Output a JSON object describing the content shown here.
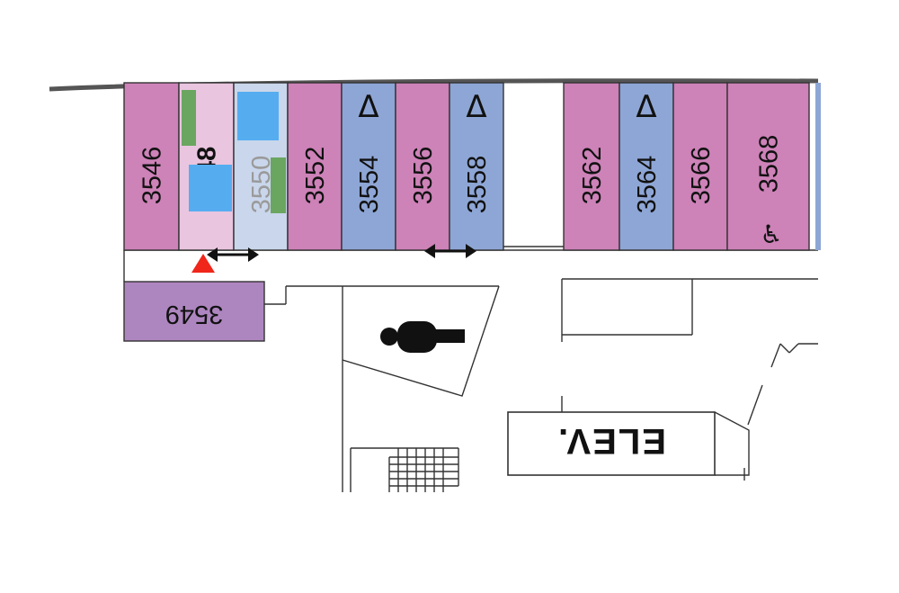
{
  "colors": {
    "room_pink": "#cd82b8",
    "room_blue": "#8ea6d5",
    "room_light_pink": "#e9c5df",
    "room_light_blue": "#c9d6eb",
    "room_purple": "#ad86bf",
    "marker_green": "#6aa660",
    "marker_blue": "#55adf0",
    "pointer_red": "#f0261b"
  },
  "rooms": [
    {
      "id": "room-3546",
      "label": "3546",
      "color": "pink",
      "icon": ""
    },
    {
      "id": "room-3548",
      "label": "3548",
      "color": "light-pink",
      "icon": "",
      "highlighted": true
    },
    {
      "id": "room-3550",
      "label": "3550",
      "color": "light-blue",
      "icon": "triangle-icon",
      "faded": true
    },
    {
      "id": "room-3552",
      "label": "3552",
      "color": "pink",
      "icon": ""
    },
    {
      "id": "room-3554",
      "label": "3554",
      "color": "blue",
      "icon": "triangle-icon"
    },
    {
      "id": "room-3556",
      "label": "3556",
      "color": "pink",
      "icon": ""
    },
    {
      "id": "room-3558",
      "label": "3558",
      "color": "blue",
      "icon": "triangle-icon"
    },
    {
      "id": "room-3562",
      "label": "3562",
      "color": "pink",
      "icon": ""
    },
    {
      "id": "room-3564",
      "label": "3564",
      "color": "blue",
      "icon": "triangle-icon"
    },
    {
      "id": "room-3566",
      "label": "3566",
      "color": "pink",
      "icon": ""
    },
    {
      "id": "room-3568",
      "label": "3568",
      "color": "pink",
      "icon": "wheelchair-icon"
    }
  ],
  "room_3549": {
    "label": "3549",
    "color": "purple"
  },
  "elevator": {
    "label": "ELEV."
  },
  "icons": [
    "restroom-icon",
    "double-arrow-icon",
    "triangle-icon",
    "wheelchair-icon",
    "location-pointer-icon"
  ]
}
